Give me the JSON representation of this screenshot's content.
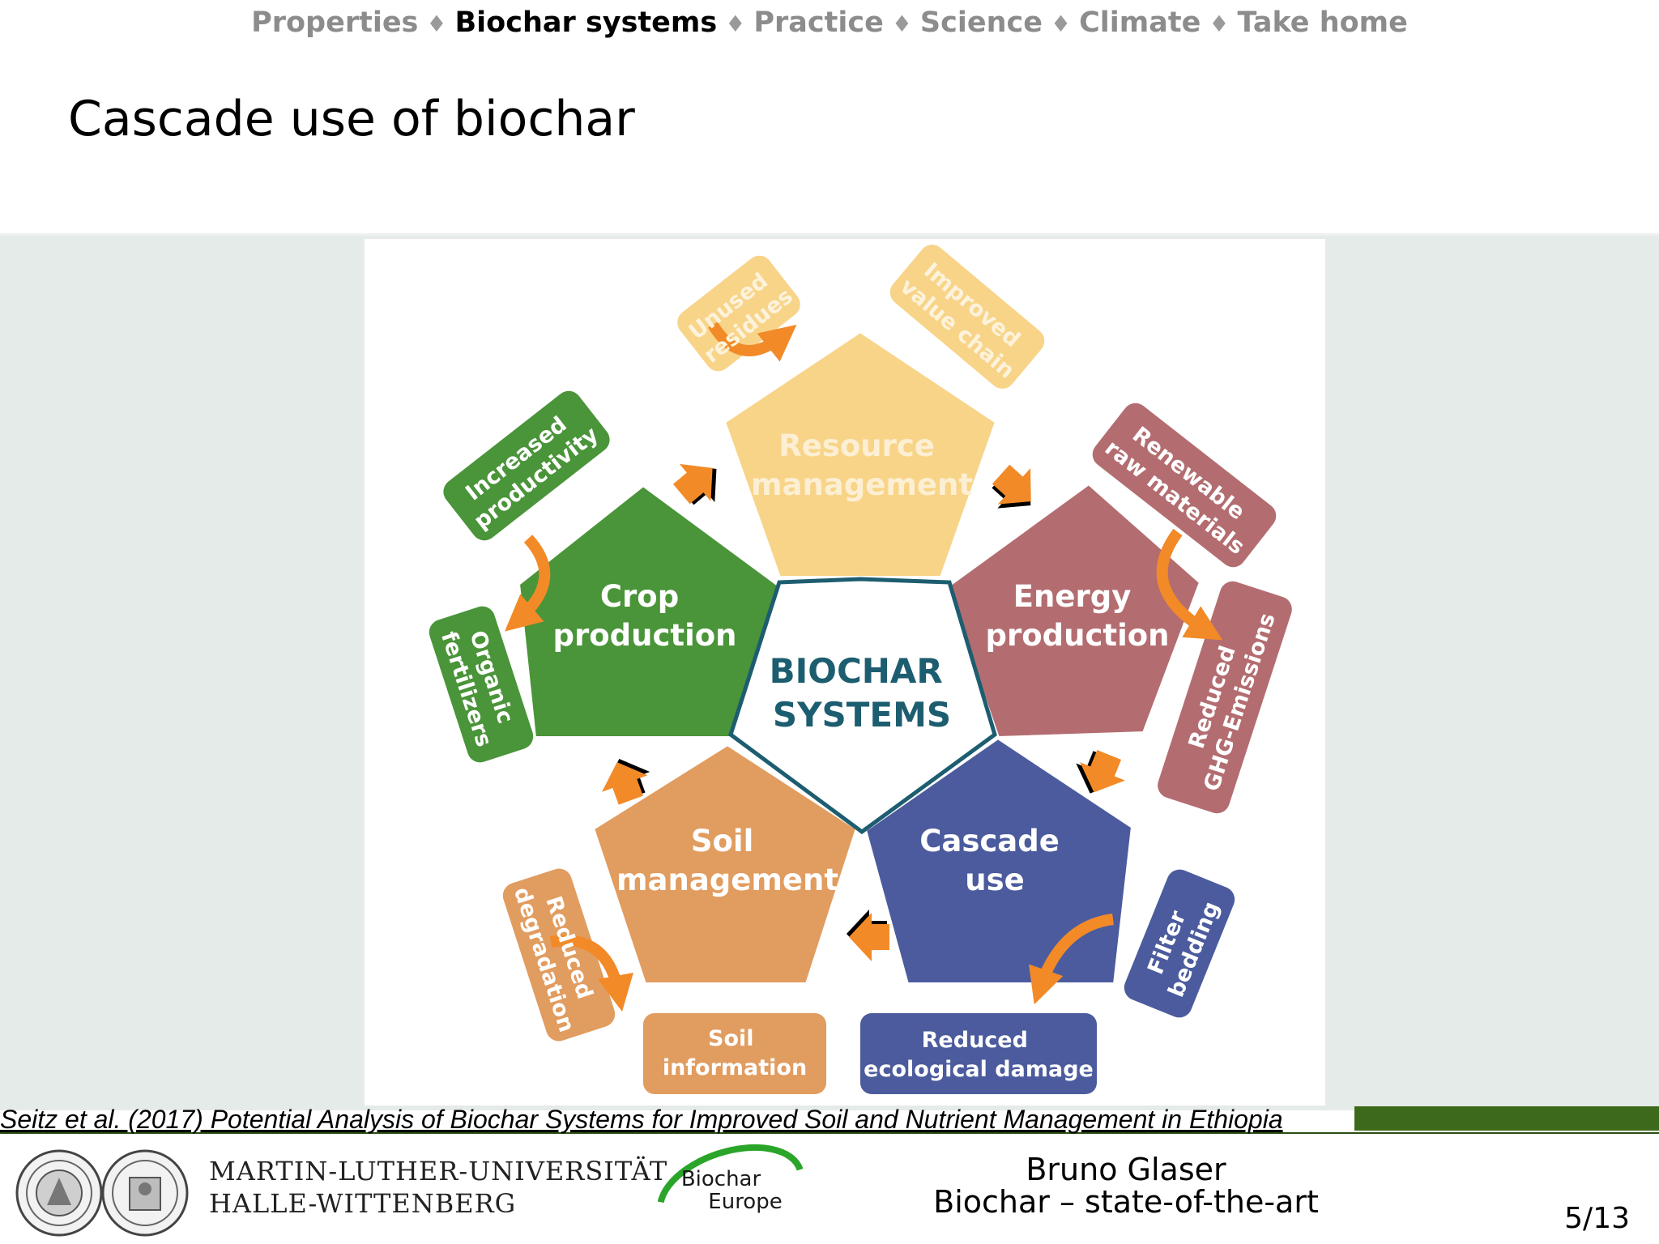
{
  "nav": {
    "items": [
      {
        "label": "Properties",
        "active": false
      },
      {
        "label": "Biochar systems",
        "active": true
      },
      {
        "label": "Practice",
        "active": false
      },
      {
        "label": "Science",
        "active": false
      },
      {
        "label": "Climate",
        "active": false
      },
      {
        "label": "Take home",
        "active": false
      }
    ],
    "separator": "♦"
  },
  "slide": {
    "title": "Cascade use of biochar"
  },
  "diagram": {
    "center": [
      "BIOCHAR",
      "SYSTEMS"
    ],
    "segments": {
      "resource": {
        "label": [
          "Resource",
          "management"
        ],
        "color": "#f8d489"
      },
      "energy": {
        "label": [
          "Energy",
          "production"
        ],
        "color": "#b36d70"
      },
      "cascade": {
        "label": [
          "Cascade",
          "use"
        ],
        "color": "#4b5b9d"
      },
      "soil": {
        "label": [
          "Soil",
          "management"
        ],
        "color": "#e19c5f"
      },
      "crop": {
        "label": [
          "Crop",
          "production"
        ],
        "color": "#4a9439"
      }
    },
    "outcomes": {
      "unused_residues": [
        "Unused",
        "residues"
      ],
      "improved_value_chain": [
        "Improved",
        "value chain"
      ],
      "renewable_raw_materials": [
        "Renewable",
        "raw materials"
      ],
      "reduced_ghg": [
        "Reduced",
        "GHG-Emissions"
      ],
      "filter_bedding": [
        "Filter",
        "bedding"
      ],
      "reduced_ecological_damage": [
        "Reduced",
        "ecological damage"
      ],
      "soil_information": [
        "Soil",
        "information"
      ],
      "reduced_degradation": [
        "Reduced",
        "degradation"
      ],
      "organic_fertilizers": [
        "Organic",
        "fertilizers"
      ],
      "increased_productivity": [
        "Increased",
        "productivity"
      ]
    },
    "arrow_color": "#f28a28",
    "center_text_color": "#1d5d70"
  },
  "citation": "Seitz et al. (2017) Potential Analysis of Biochar Systems for Improved Soil and Nutrient Management in Ethiopia",
  "footer": {
    "university": [
      "MARTIN-LUTHER-UNIVERSITÄT",
      "HALLE-WITTENBERG"
    ],
    "logo_text": [
      "Biochar",
      "Europe"
    ],
    "author": "Bruno Glaser",
    "talk": "Biochar – state-of-the-art",
    "page": "5/13"
  }
}
